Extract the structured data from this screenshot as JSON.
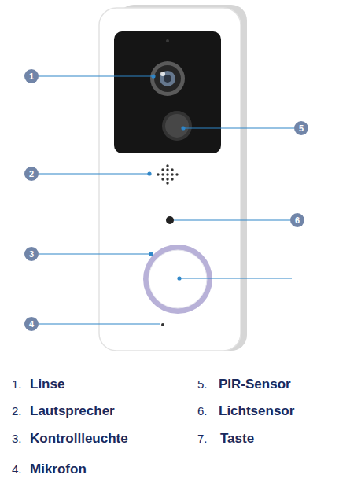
{
  "diagram": {
    "labels": [
      "1",
      "2",
      "3",
      "4",
      "5",
      "6",
      "1.",
      "Linse",
      "2.",
      "Lautsprecher",
      "3.",
      "Kontrollleuchte",
      "4.",
      "Mikrofon",
      "5.",
      "PIR-Sensor",
      "6.",
      "Lichtsensor",
      "7.",
      "Taste"
    ]
  }
}
